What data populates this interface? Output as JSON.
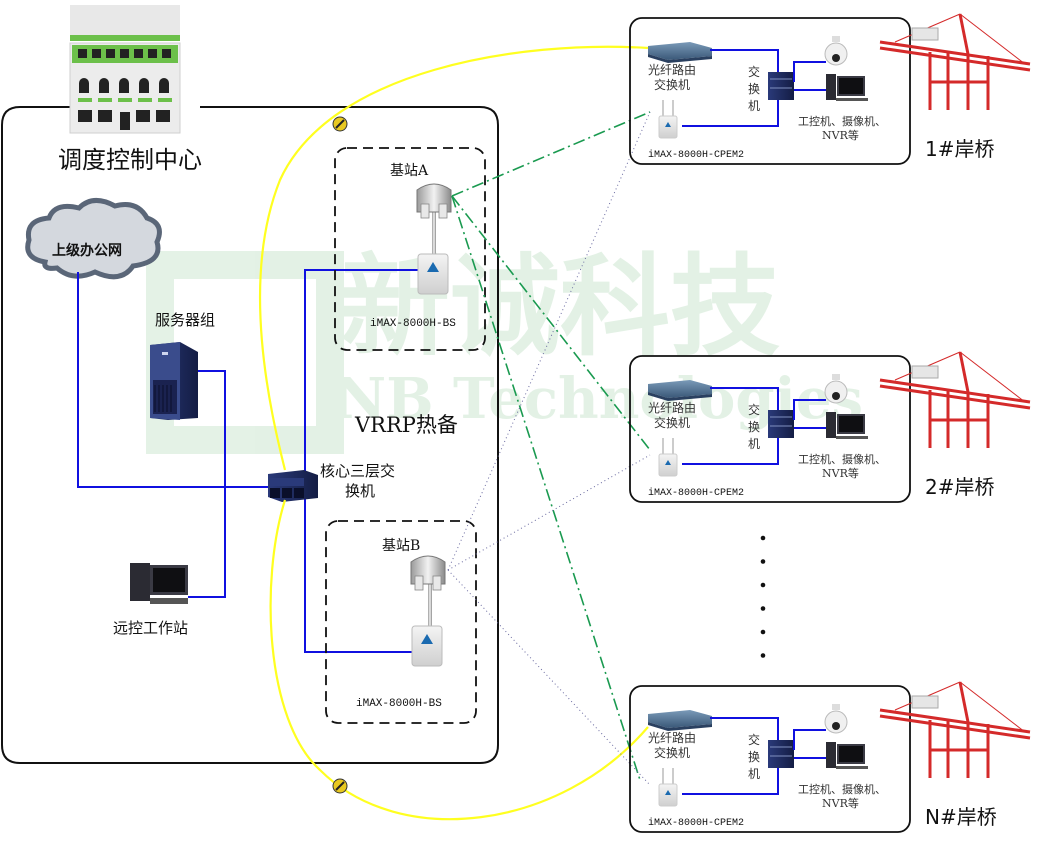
{
  "watermark": {
    "cn": "新诚科技",
    "en": "NB Technologies"
  },
  "control_center": {
    "title": "调度控制中心",
    "cloud_label": "上级办公网",
    "server_group_label": "服务器组",
    "workstation_label": "远控工作站",
    "core_switch_label_line1": "核心三层交",
    "core_switch_label_line2": "换机",
    "vrrp_label": "VRRP热备",
    "base_station_a": {
      "label": "基站A",
      "model": "iMAX-8000H-BS"
    },
    "base_station_b": {
      "label": "基站B",
      "model": "iMAX-8000H-BS"
    }
  },
  "cranes": [
    {
      "name": "1#岸桥",
      "router_label_line1": "光纤路由",
      "router_label_line2": "交换机",
      "switch_label": [
        "交",
        "换",
        "机"
      ],
      "devices_label_line1": "工控机、摄像机、",
      "devices_label_line2": "NVR等",
      "cpe_model": "iMAX-8000H-CPEM2"
    },
    {
      "name": "2#岸桥",
      "router_label_line1": "光纤路由",
      "router_label_line2": "交换机",
      "switch_label": [
        "交",
        "换",
        "机"
      ],
      "devices_label_line1": "工控机、摄像机、",
      "devices_label_line2": "NVR等",
      "cpe_model": "iMAX-8000H-CPEM2"
    },
    {
      "name": "N#岸桥",
      "router_label_line1": "光纤路由",
      "router_label_line2": "交换机",
      "switch_label": [
        "交",
        "换",
        "机"
      ],
      "devices_label_line1": "工控机、摄像机、",
      "devices_label_line2": "NVR等",
      "cpe_model": "iMAX-8000H-CPEM2"
    }
  ],
  "ellipsis_dots": 6,
  "colors": {
    "ethernet": "#1010e0",
    "fiber": "#ffff20",
    "wireless_primary": "#1a9a50",
    "wireless_backup": "#6a6aa0",
    "crane_red": "#d42a2a",
    "building_green": "#6cc04a"
  }
}
